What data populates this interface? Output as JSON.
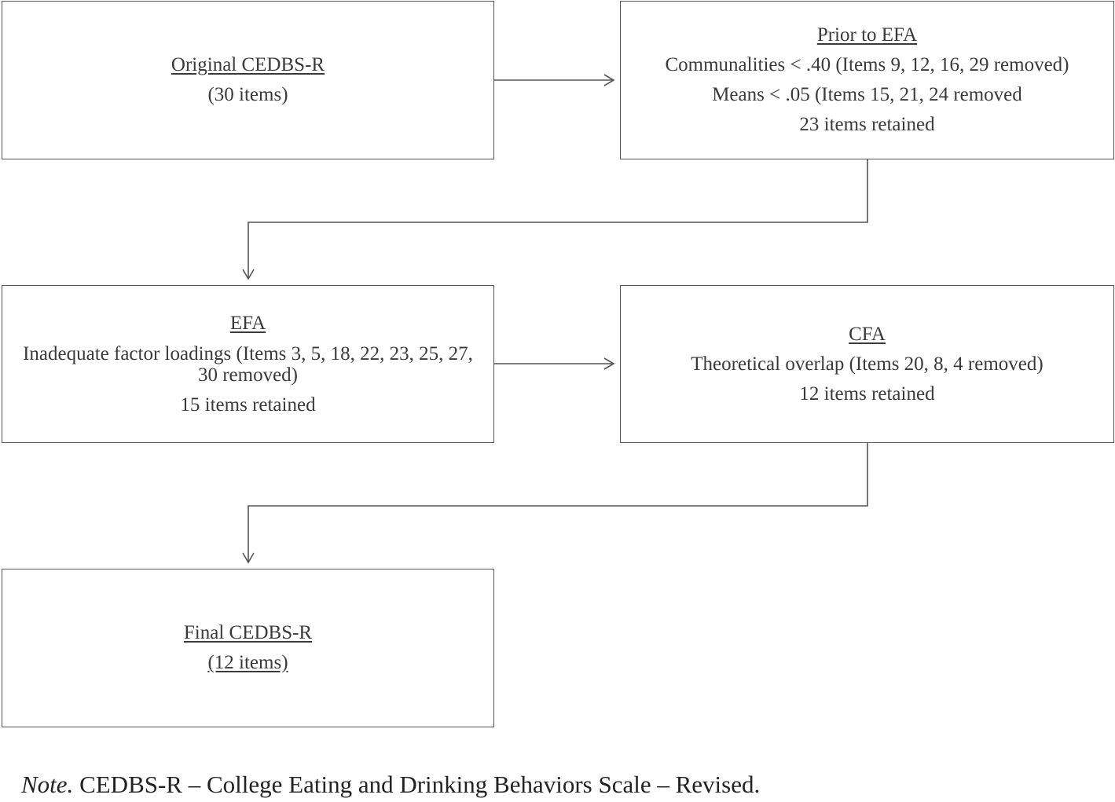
{
  "diagram": {
    "original": {
      "title": "Original CEDBS-R",
      "lines": [
        "(30 items)"
      ]
    },
    "prior": {
      "title": "Prior to EFA",
      "lines": [
        "Communalities < .40 (Items 9, 12, 16, 29 removed)",
        "Means < .05 (Items 15, 21, 24 removed",
        "23 items retained"
      ]
    },
    "efa": {
      "title": "EFA",
      "lines": [
        "Inadequate factor loadings (Items 3, 5, 18, 22, 23, 25, 27, 30 removed)",
        "15 items retained"
      ]
    },
    "cfa": {
      "title": "CFA",
      "lines": [
        "Theoretical overlap (Items 20, 8, 4 removed)",
        "12 items retained"
      ]
    },
    "final": {
      "title": "Final CEDBS-R",
      "lines": [
        "(12 items)"
      ]
    }
  },
  "note": {
    "label": "Note.",
    "text": " CEDBS-R – College Eating and Drinking Behaviors Scale – Revised."
  },
  "colors": {
    "stroke": "#555555",
    "text": "#3a3a3a"
  }
}
